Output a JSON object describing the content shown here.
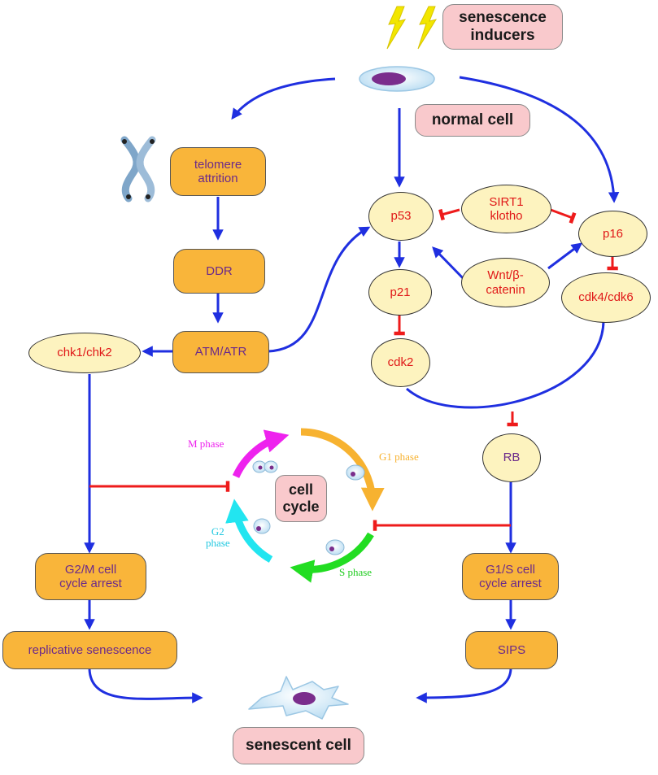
{
  "title_box": {
    "senescence_inducers": "senescence\ninducers"
  },
  "normal_cell": "normal cell",
  "senescent_cell": "senescent cell",
  "nodes": {
    "telomere_attrition": "telomere\nattrition",
    "ddr": "DDR",
    "atm_atr": "ATM/ATR",
    "chk1_chk2": "chk1/chk2",
    "p53": "p53",
    "p21": "p21",
    "cdk2": "cdk2",
    "sirt1_klotho": "SIRT1\nklotho",
    "wnt_bcatenin": "Wnt/β-\ncatenin",
    "p16": "p16",
    "cdk4_cdk6": "cdk4/cdk6",
    "rb": "RB",
    "g2m_arrest": "G2/M cell\ncycle arrest",
    "g1s_arrest": "G1/S cell\ncycle arrest",
    "replicative_senescence": "replicative senescence",
    "sips": "SIPS"
  },
  "cell_cycle": {
    "center": "cell\ncycle",
    "m_phase": "M phase",
    "g1_phase": "G1 phase",
    "s_phase": "S phase",
    "g2_phase": "G2\nphase"
  },
  "colors": {
    "activation_arrow": "#1f2fe0",
    "inhibition_arrow": "#ee1b1b",
    "m_phase": "#ee22ee",
    "g1_phase": "#f7b230",
    "s_phase": "#22dd22",
    "g2_phase": "#22e5f0",
    "lightning": "#f2e600"
  }
}
